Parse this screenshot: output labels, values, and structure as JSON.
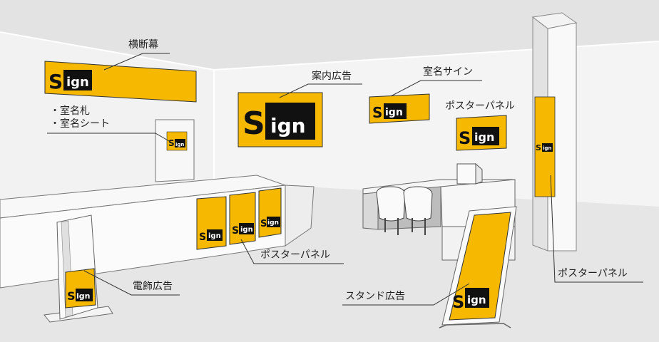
{
  "brand": {
    "logo_letter": "S",
    "logo_rest": "ign",
    "accent_color": "#F6B800",
    "logo_dark": "#111111"
  },
  "labels": {
    "banner": "横断幕",
    "room_plate": "・室名札",
    "room_sheet": "・室名シート",
    "info_sign": "案内広告",
    "room_sign": "室名サイン",
    "poster_panel_wall": "ポスターパネル",
    "poster_panel_counter": "ポスターパネル",
    "poster_panel_pillar": "ポスターパネル",
    "electric_sign": "電飾広告",
    "stand_sign": "スタンド広告"
  }
}
